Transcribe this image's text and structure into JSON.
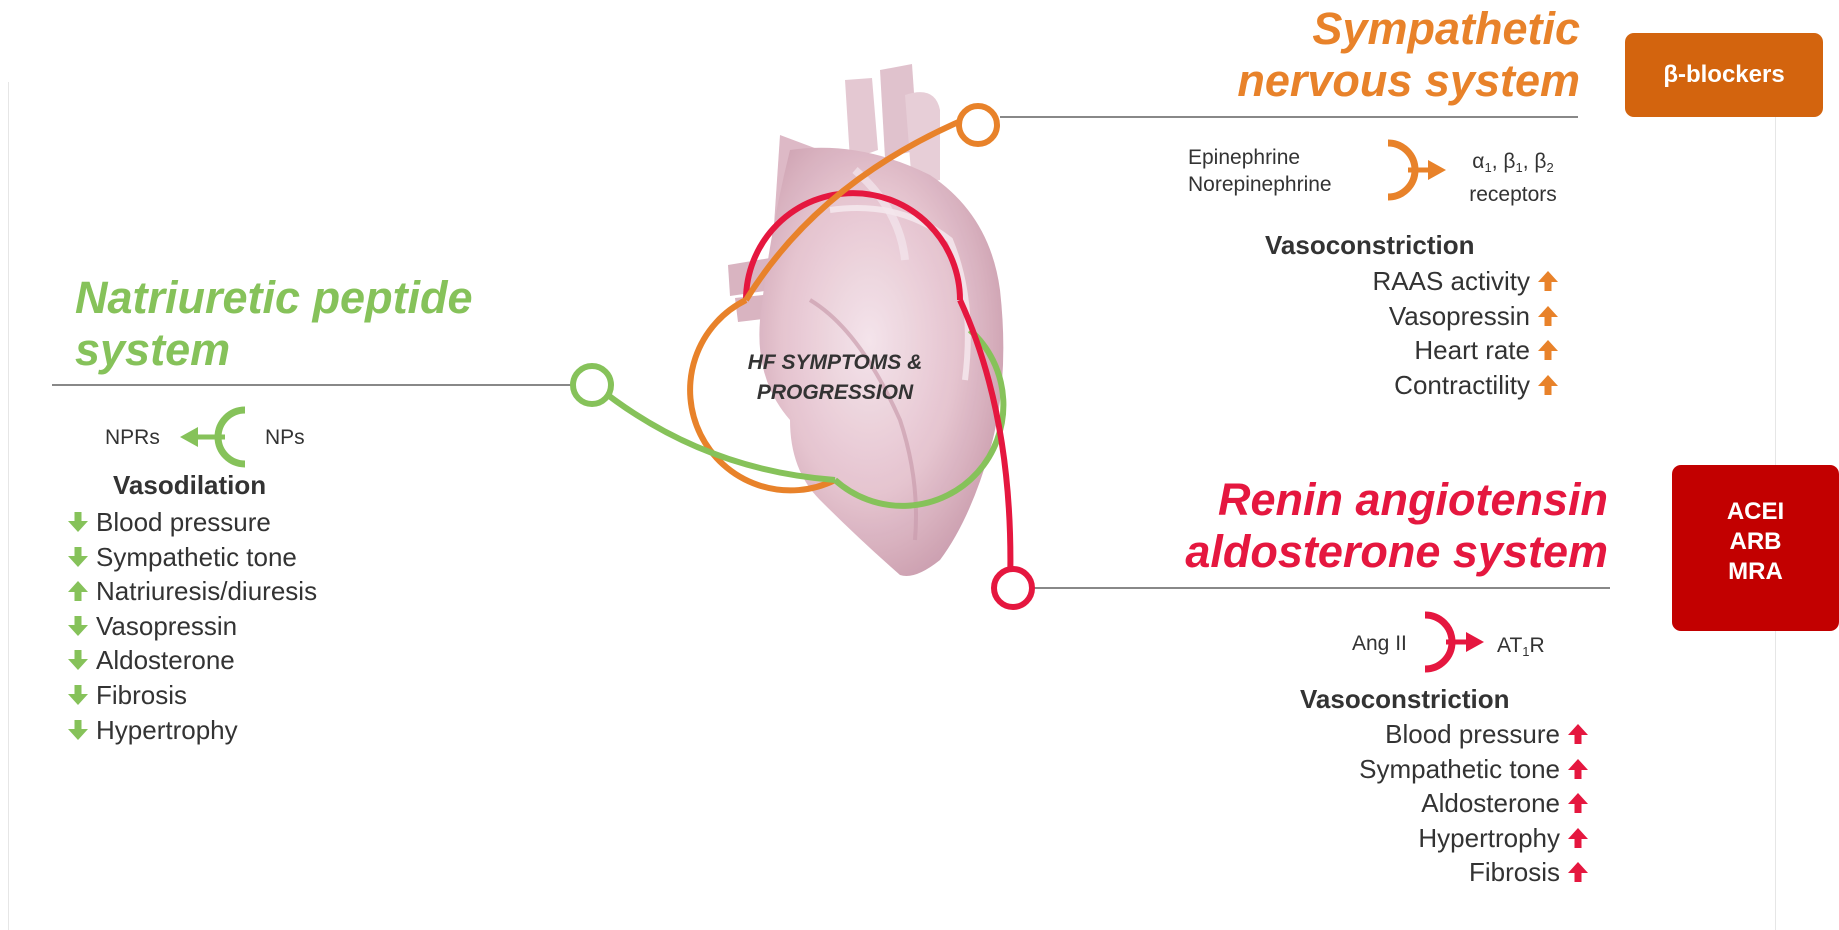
{
  "colors": {
    "orange": "#e8822a",
    "green": "#86c25a",
    "red": "#e5173f",
    "drug_orange": "#d3640e",
    "drug_red": "#c20000"
  },
  "center": {
    "label_line1": "HF SYMPTOMS &",
    "label_line2": "PROGRESSION",
    "image": "heart-illustration"
  },
  "sympathetic": {
    "title_line1": "Sympathetic",
    "title_line2": "nervous system",
    "ligand_1": "Epinephrine",
    "ligand_2": "Norepinephrine",
    "receptor_line1_html": "α<sub>1</sub>, β<sub>1</sub>, β<sub>2</sub>",
    "receptor_line2": "receptors",
    "heading": "Vasoconstriction",
    "effects": [
      {
        "label": "RAAS activity",
        "direction": "up"
      },
      {
        "label": "Vasopressin",
        "direction": "up"
      },
      {
        "label": "Heart rate",
        "direction": "up"
      },
      {
        "label": "Contractility",
        "direction": "up"
      }
    ],
    "drug": "β-blockers"
  },
  "natriuretic": {
    "title_line1": "Natriuretic peptide",
    "title_line2": "system",
    "receptor": "NPRs",
    "ligand": "NPs",
    "heading": "Vasodilation",
    "effects": [
      {
        "label": "Blood pressure",
        "direction": "down"
      },
      {
        "label": "Sympathetic tone",
        "direction": "down"
      },
      {
        "label": "Natriuresis/diuresis",
        "direction": "up"
      },
      {
        "label": "Vasopressin",
        "direction": "down"
      },
      {
        "label": "Aldosterone",
        "direction": "down"
      },
      {
        "label": "Fibrosis",
        "direction": "down"
      },
      {
        "label": "Hypertrophy",
        "direction": "down"
      }
    ]
  },
  "raas": {
    "title_line1": "Renin angiotensin",
    "title_line2": "aldosterone system",
    "ligand": "Ang II",
    "receptor_html": "AT<sub>1</sub>R",
    "heading": "Vasoconstriction",
    "effects": [
      {
        "label": "Blood pressure",
        "direction": "up"
      },
      {
        "label": "Sympathetic tone",
        "direction": "up"
      },
      {
        "label": "Aldosterone",
        "direction": "up"
      },
      {
        "label": "Hypertrophy",
        "direction": "up"
      },
      {
        "label": "Fibrosis",
        "direction": "up"
      }
    ],
    "drugs": [
      "ACEI",
      "ARB",
      "MRA"
    ]
  }
}
